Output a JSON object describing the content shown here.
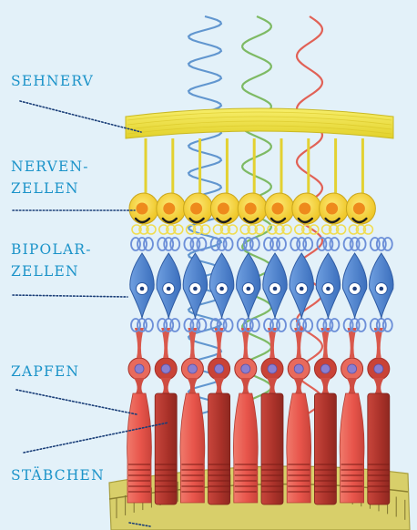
{
  "labels": {
    "sehnerv": "SEHNERV",
    "nervenzellen_1": "NERVEN-",
    "nervenzellen_2": "ZELLEN",
    "bipolarzellen_1": "BIPOLAR-",
    "bipolarzellen_2": "ZELLEN",
    "zapfen": "ZAPFEN",
    "staebchen": "STÄBCHEN"
  },
  "colors": {
    "background": "#e3f1f9",
    "label_text": "#1b93c9",
    "leader_line": "#1a3e78",
    "wave_blue": "#4a86c8",
    "wave_green": "#6cb04a",
    "wave_red": "#e0483a",
    "nerve_fiber": "#ecdf2c",
    "ganglion_cell": "#f6d434",
    "ganglion_nucleus": "#ee8a1c",
    "bipolar_cell": "#4f86cf",
    "bipolar_nucleus": "#ffffff",
    "cone_body": "#e8554b",
    "cone_dark": "#c53c34",
    "rod_body": "#b2372f",
    "photoreceptor_nucleus": "#8a7fd0",
    "pigment_layer": "#d8cf6a"
  },
  "wave_icons": [
    "blue-light-wave",
    "green-light-wave",
    "red-light-wave"
  ]
}
